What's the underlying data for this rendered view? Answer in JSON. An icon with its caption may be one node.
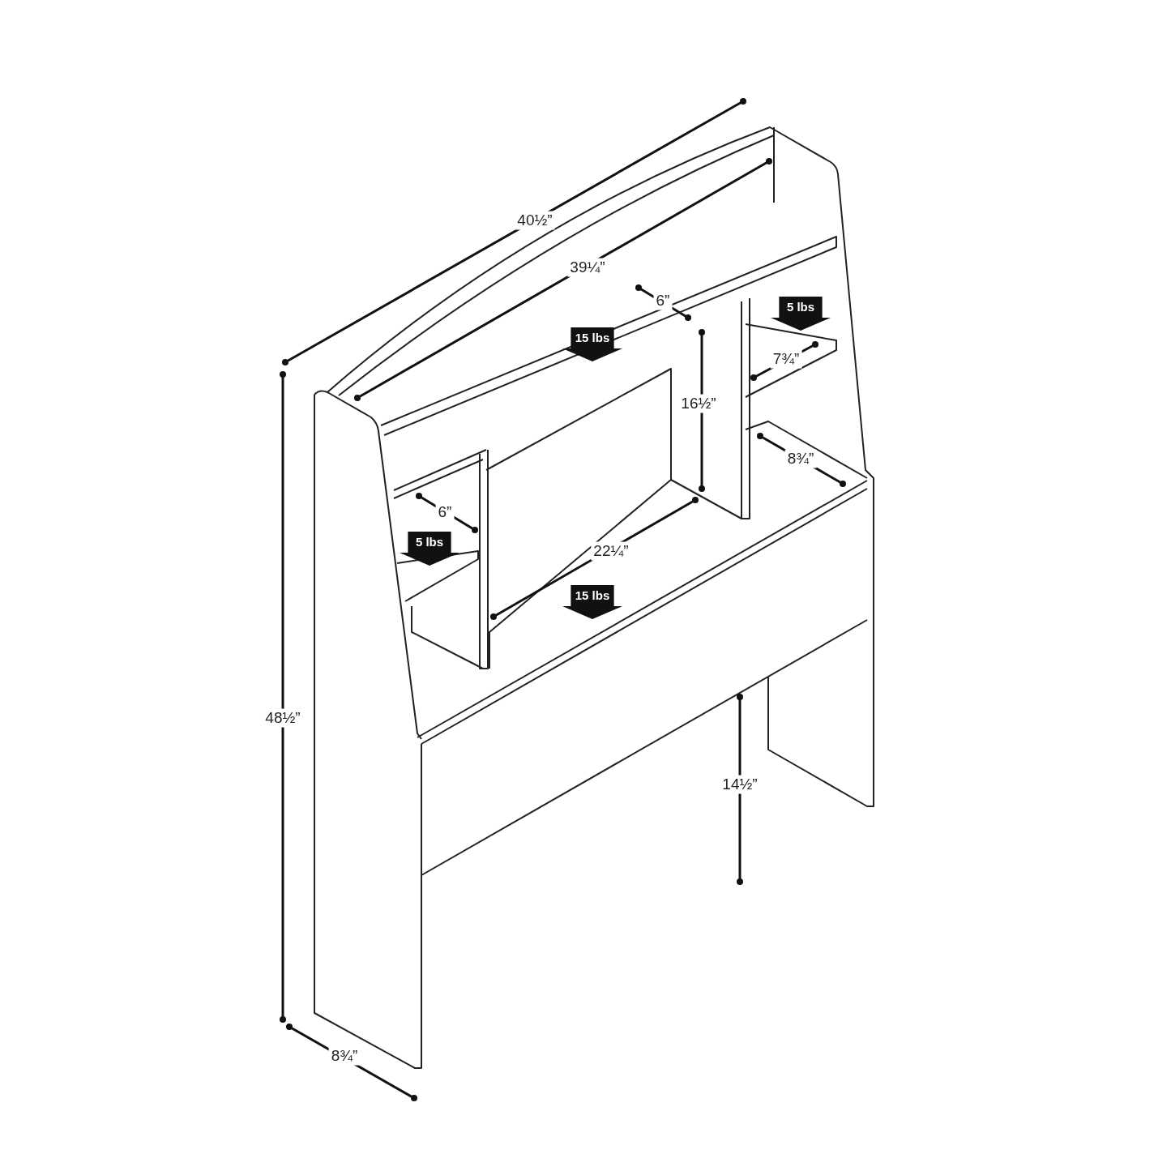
{
  "diagram": {
    "labels": [
      "40½”",
      "39¼”",
      "6”",
      "5 lbs",
      "15 lbs",
      "7¾”",
      "16½”",
      "8¾”",
      "6”",
      "5 lbs",
      "22¼”",
      "15 lbs",
      "48½”",
      "14½”",
      "8¾”"
    ]
  }
}
